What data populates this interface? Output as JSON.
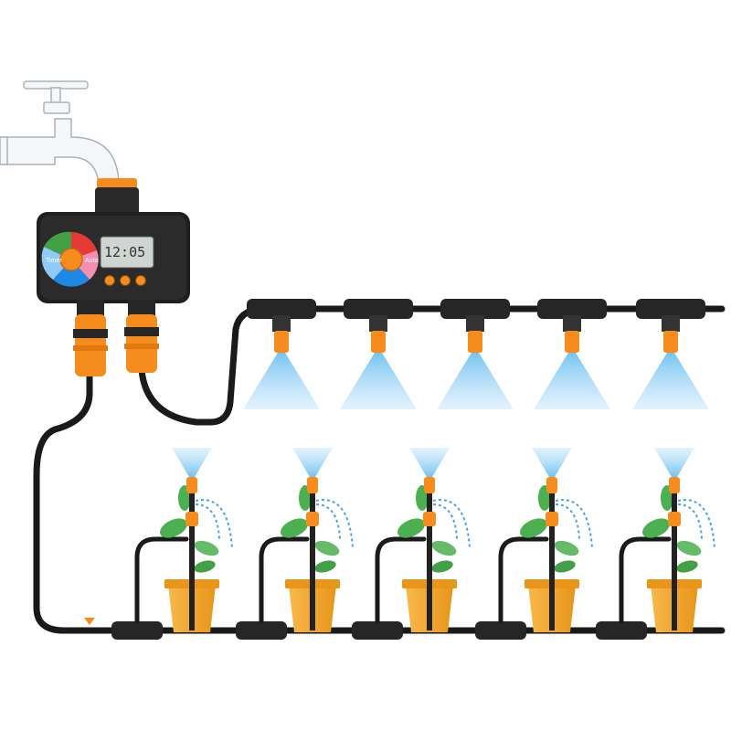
{
  "timer": {
    "display_time": "12:05",
    "dial_labels": {
      "left": "Timer",
      "right": "Auto"
    }
  },
  "colors": {
    "hose": "#1a1a1a",
    "fitting_orange": "#f68b1e",
    "fitting_black": "#262626",
    "mist": "#a9d8f5",
    "drip": "#4aa3df",
    "pot": "#f5a623",
    "leaf": "#4caf50",
    "lcd": "#cfd6d2",
    "faucet": "#d8dde2"
  },
  "icons": [
    "faucet-icon",
    "water-timer-icon",
    "mist-nozzle-icon",
    "drip-stake-icon",
    "potted-plant-icon",
    "tee-connector-icon",
    "flow-arrow-icon"
  ],
  "counts": {
    "mist_nozzles": 5,
    "drip_plants": 5
  }
}
